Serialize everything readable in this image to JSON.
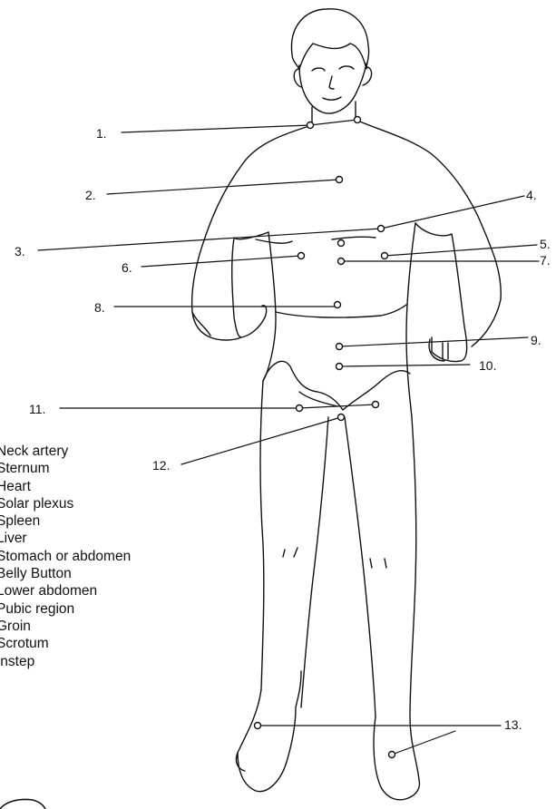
{
  "callout_numbers": [
    "1.",
    "2.",
    "3.",
    "4.",
    "5.",
    "6.",
    "7.",
    "8.",
    "9.",
    "10.",
    "11.",
    "12.",
    "13."
  ],
  "legend": [
    "Neck artery",
    "Sternum",
    "Heart",
    "Solar plexus",
    "Spleen",
    "Liver",
    "Stomach or abdomen",
    "Belly Button",
    "Lower abdomen",
    "Pubic region",
    "Groin",
    "Scrotum",
    "Instep"
  ]
}
